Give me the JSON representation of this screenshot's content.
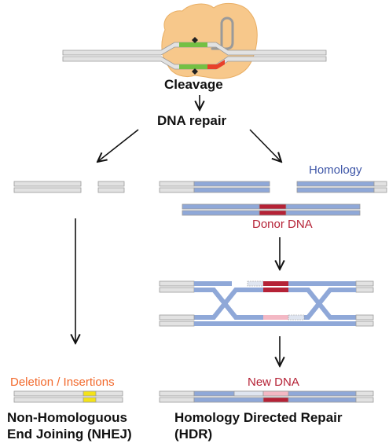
{
  "labels": {
    "cleavage": "Cleavage",
    "dna_repair": "DNA repair",
    "homology": "Homology",
    "donor_dna": "Donor DNA",
    "new_dna": "New DNA",
    "deletion_insertions": "Deletion / Insertions",
    "nhej_line1": "Non-Homologuous",
    "nhej_line2": "End Joining (NHEJ)",
    "hdr_line1": "Homology Directed Repair",
    "hdr_line2": "(HDR)"
  },
  "colors": {
    "dna_grey": "#e2e2e2",
    "dna_outline": "#9a9a9a",
    "homology_blue": "#8fa8d8",
    "homology_text": "#3f57a8",
    "donor_red": "#b52236",
    "donor_text": "#b52236",
    "new_dna_pink": "#f3b8c4",
    "indel_yellow": "#f4e318",
    "indel_text": "#f2682a",
    "cas9_orange": "#f7c88b",
    "guide_green": "#74c044",
    "pam_red": "#e8402a",
    "arrow": "#111111"
  }
}
